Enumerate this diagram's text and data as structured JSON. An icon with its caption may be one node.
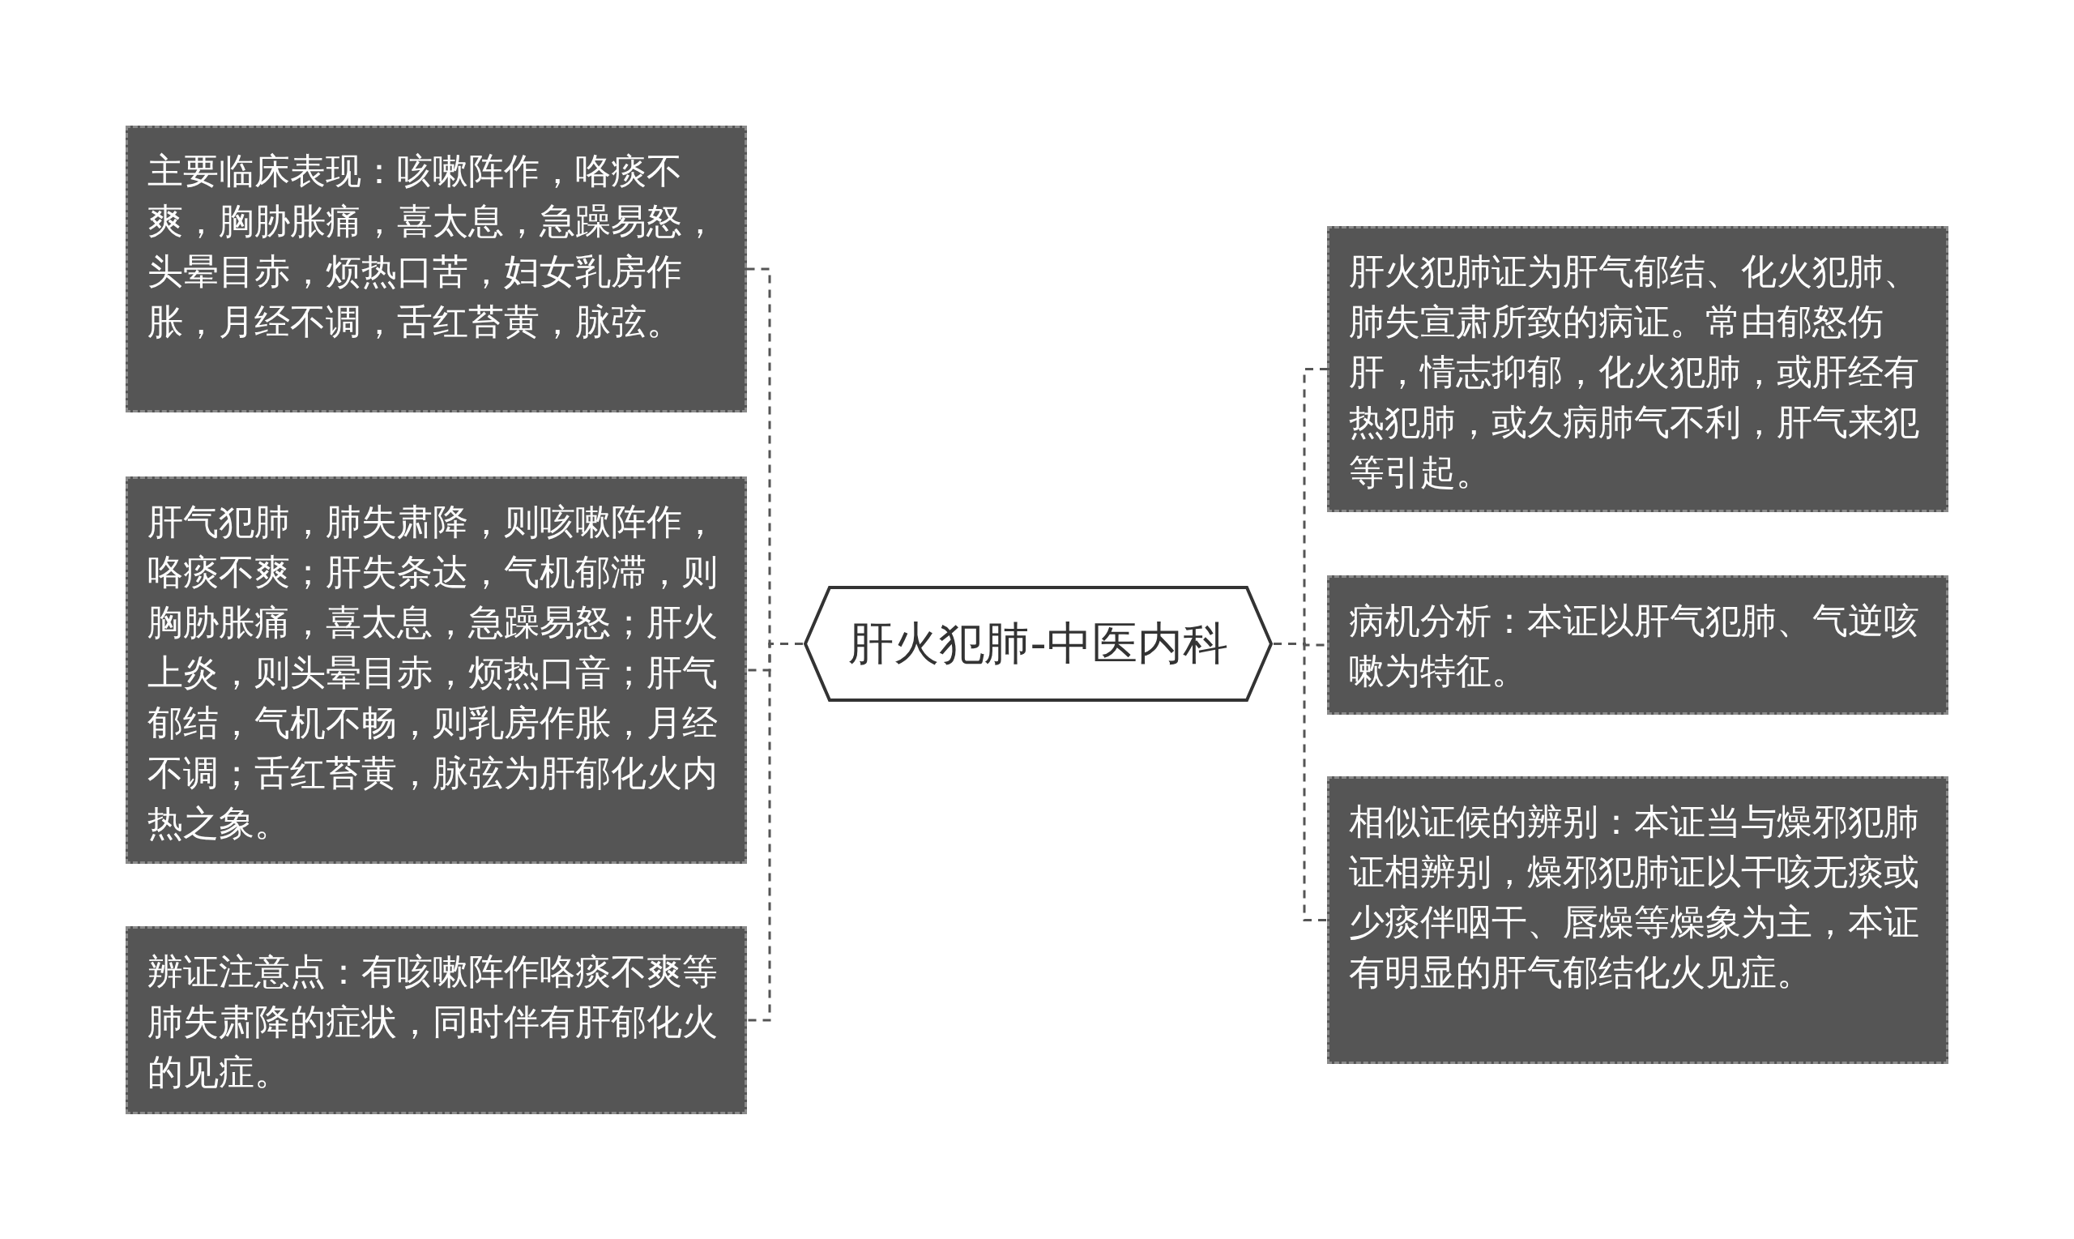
{
  "diagram": {
    "nodes": [
      {
        "text": [
          "肝火犯肺-中医内科"
        ]
      },
      {
        "text": [
          "主要临床表现：咳嗽阵作，咯痰不爽，胸胁胀痛，喜太息，急躁易怒，头晕目赤，烦热口苦，妇女乳房作胀，月经不调，舌红苔黄，脉弦。"
        ]
      },
      {
        "text": [
          "肝气犯肺，肺失肃降，则咳嗽阵作，咯痰不爽；肝失条达，气机郁滞，则胸胁胀痛，喜太息，急躁易怒；肝火上炎，则头晕目赤，烦热口音；肝气郁结，气机不畅，则乳房作胀，月经不调；舌红苔黄，脉弦为肝郁化火内热之象。"
        ]
      },
      {
        "text": [
          "辨证注意点：有咳嗽阵作咯痰不爽等肺失肃降的症状，同时伴有肝郁化火的见症。"
        ]
      },
      {
        "text": [
          "肝火犯肺证为肝气郁结、化火犯肺、肺失宣肃所致的病证。常由郁怒伤肝，情志抑郁，化火犯肺，或肝经有热犯肺，或久病肺气不利，肝气来犯等引起。"
        ]
      },
      {
        "text": [
          "病机分析：本证以肝气犯肺、气逆咳嗽为特征。"
        ]
      },
      {
        "text": [
          "相似证候的辨别：本证当与燥邪犯肺证相辨别，燥邪犯肺证以干咳无痰或少痰伴咽干、唇燥等燥象为主，本证有明显的肝气郁结化火见症。"
        ]
      }
    ],
    "edges": [
      {
        "from": 0,
        "to": 1,
        "arrow": "none",
        "style": "dashed"
      },
      {
        "from": 0,
        "to": 2,
        "arrow": "none",
        "style": "dashed"
      },
      {
        "from": 0,
        "to": 3,
        "arrow": "none",
        "style": "dashed"
      },
      {
        "from": 0,
        "to": 4,
        "arrow": "none",
        "style": "dashed"
      },
      {
        "from": 0,
        "to": 5,
        "arrow": "none",
        "style": "dashed"
      },
      {
        "from": 0,
        "to": 6,
        "arrow": "none",
        "style": "dashed"
      }
    ]
  }
}
